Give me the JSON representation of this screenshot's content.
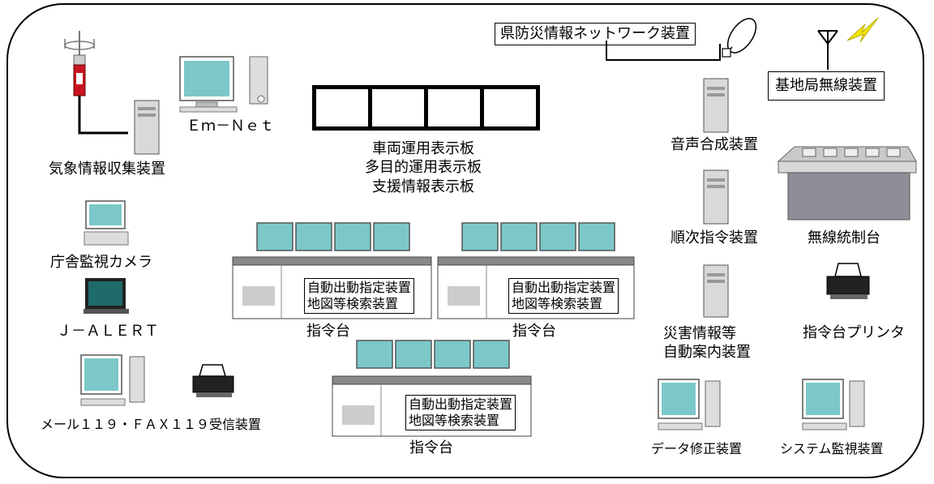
{
  "pref_network": "県防災情報ネットワーク装置",
  "base_station": "基地局無線装置",
  "weather": "気象情報収集装置",
  "emnet": "Ｅｍ－Ｎｅｔ",
  "boards": [
    "車両運用表示板",
    "多目的運用表示板",
    "支援情報表示板"
  ],
  "voice": "音声合成装置",
  "sequential": "順次指令装置",
  "radio_console": "無線統制台",
  "camera": "庁舎監視カメラ",
  "jalert": "Ｊ－ＡＬＥＲＴ",
  "mailfax": "メール１１９・ＦＡＸ１１９受信装置",
  "disaster_info": [
    "災害情報等",
    "自動案内装置"
  ],
  "printer": "指令台プリンタ",
  "data_fix": "データ修正装置",
  "sys_monitor": "システム監視装置",
  "console": {
    "label": "指令台",
    "sub1": "自動出動指定装置",
    "sub2": "地図等検索装置"
  }
}
